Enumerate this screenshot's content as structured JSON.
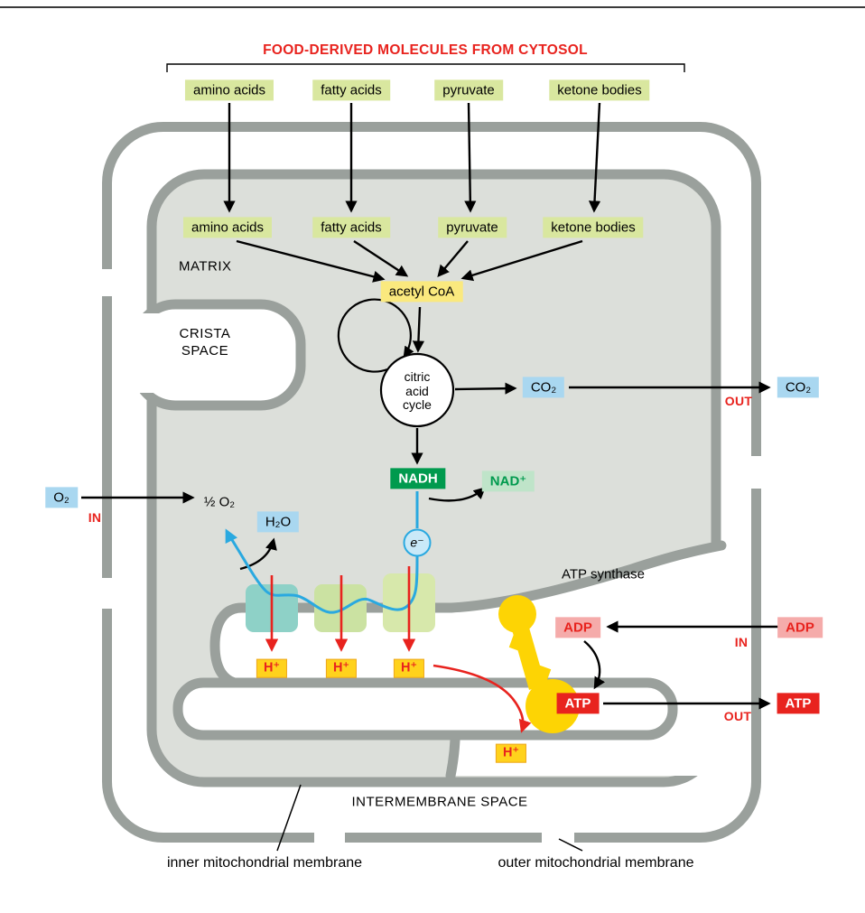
{
  "title": "FOOD-DERIVED MOLECULES FROM CYTOSOL",
  "cytosol_molecules": [
    "amino acids",
    "fatty acids",
    "pyruvate",
    "ketone bodies"
  ],
  "matrix_molecules": [
    "amino acids",
    "fatty acids",
    "pyruvate",
    "ketone bodies"
  ],
  "regions": {
    "matrix": "MATRIX",
    "crista_line1": "CRISTA",
    "crista_line2": "SPACE",
    "intermembrane": "INTERMEMBRANE SPACE"
  },
  "membranes": {
    "inner": "inner mitochondrial membrane",
    "outer": "outer mitochondrial membrane"
  },
  "pathway": {
    "acetyl_coa": "acetyl CoA",
    "cycle_line1": "citric",
    "cycle_line2": "acid",
    "cycle_line3": "cycle",
    "nadh": "NADH",
    "nad_plus": "NAD⁺",
    "electron": "e⁻",
    "atp_synthase": "ATP synthase"
  },
  "exchange": {
    "o2": "O₂",
    "o2_in": "IN",
    "half_o2": "½ O₂",
    "h2o": "H₂O",
    "co2_a": "CO₂",
    "co2_b": "CO₂",
    "co2_out": "OUT",
    "adp_a": "ADP",
    "adp_b": "ADP",
    "adp_in": "IN",
    "atp_a": "ATP",
    "atp_b": "ATP",
    "atp_out": "OUT",
    "hplus_1": "H⁺",
    "hplus_2": "H⁺",
    "hplus_3": "H⁺",
    "hplus_4": "H⁺"
  },
  "colors": {
    "red": "#e8231e",
    "green_box": "#d9e79f",
    "yellow_box": "#fae97e",
    "blue_box": "#a9d7f0",
    "nadh_green": "#009a4e",
    "membrane_gray": "#9aa09c",
    "matrix_fill": "#dcdfda",
    "synthase_yellow": "#fdd404",
    "electron_blue": "#2aa9e0"
  }
}
